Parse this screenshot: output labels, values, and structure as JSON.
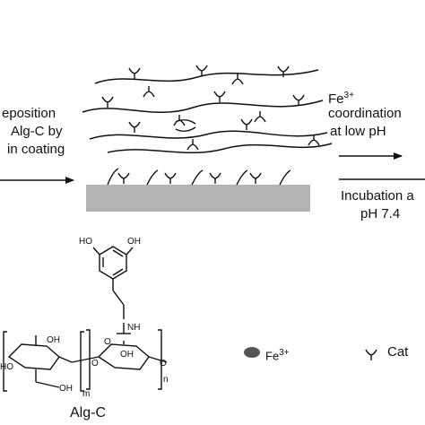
{
  "step1": {
    "line1": "eposition",
    "line2": "Alg-C by",
    "line3": "in coating"
  },
  "step2": {
    "ion": "Fe",
    "charge": "3+",
    "line2": "coordination",
    "line3": "at low pH"
  },
  "step3": {
    "line1": "Incubation a",
    "line2": "pH 7.4"
  },
  "structure": {
    "oh_left": "HO",
    "oh_right": "OH",
    "nh": "NH",
    "ring_oh": "OH",
    "ring_ho": "HO",
    "o_label": "O",
    "subscript_m": "m",
    "subscript_n": "n",
    "name": "Alg-C"
  },
  "legend": {
    "fe_ion": "Fe",
    "fe_charge": "3+",
    "catechol": "Cat"
  },
  "colors": {
    "substrate": "#b3b3b3",
    "ink": "#111111",
    "fe_dot": "#555555"
  }
}
